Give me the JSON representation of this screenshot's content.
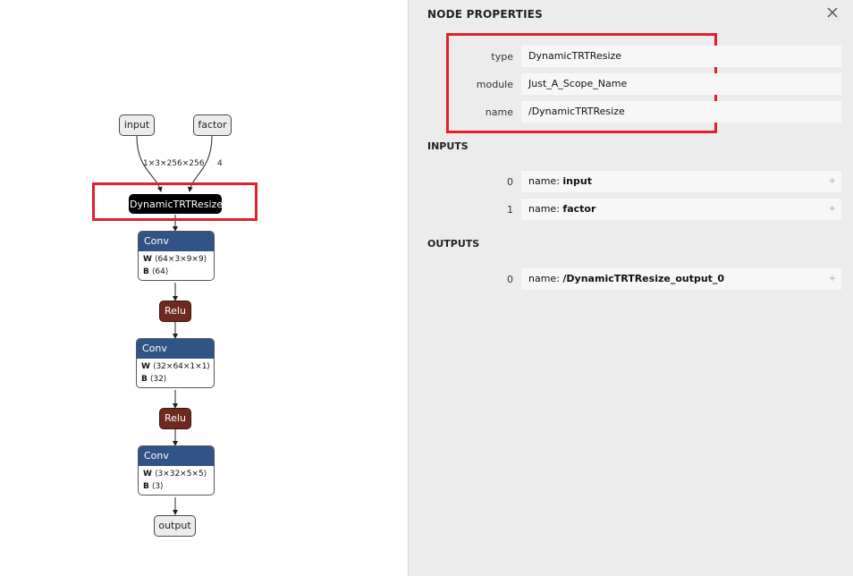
{
  "graph": {
    "nodes": {
      "input": "input",
      "factor": "factor",
      "dynamic": "DynamicTRTResize",
      "relu1": "Relu",
      "relu2": "Relu",
      "output": "output"
    },
    "edge_labels": {
      "input_shape": "1×3×256×256",
      "factor_shape": "4"
    },
    "convs": [
      {
        "title": "Conv",
        "w_key": "W",
        "w_val": "⟨64×3×9×9⟩",
        "b_key": "B",
        "b_val": "⟨64⟩"
      },
      {
        "title": "Conv",
        "w_key": "W",
        "w_val": "⟨32×64×1×1⟩",
        "b_key": "B",
        "b_val": "⟨32⟩"
      },
      {
        "title": "Conv",
        "w_key": "W",
        "w_val": "⟨3×32×5×5⟩",
        "b_key": "B",
        "b_val": "⟨3⟩"
      }
    ],
    "highlight_color": "#e0212b",
    "colors": {
      "conv": "#315385",
      "relu": "#6e2a1e",
      "op": "#000000"
    }
  },
  "panel": {
    "title": "NODE PROPERTIES",
    "close_icon": "close-icon",
    "properties": [
      {
        "label": "type",
        "value": "DynamicTRTResize"
      },
      {
        "label": "module",
        "value": "Just_A_Scope_Name"
      },
      {
        "label": "name",
        "value": "/DynamicTRTResize"
      }
    ],
    "inputs_title": "INPUTS",
    "inputs": [
      {
        "index": "0",
        "prefix": "name: ",
        "name": "input",
        "expand": "+"
      },
      {
        "index": "1",
        "prefix": "name: ",
        "name": "factor",
        "expand": "+"
      }
    ],
    "outputs_title": "OUTPUTS",
    "outputs": [
      {
        "index": "0",
        "prefix": "name: ",
        "name": "/DynamicTRTResize_output_0",
        "expand": "+"
      }
    ]
  }
}
